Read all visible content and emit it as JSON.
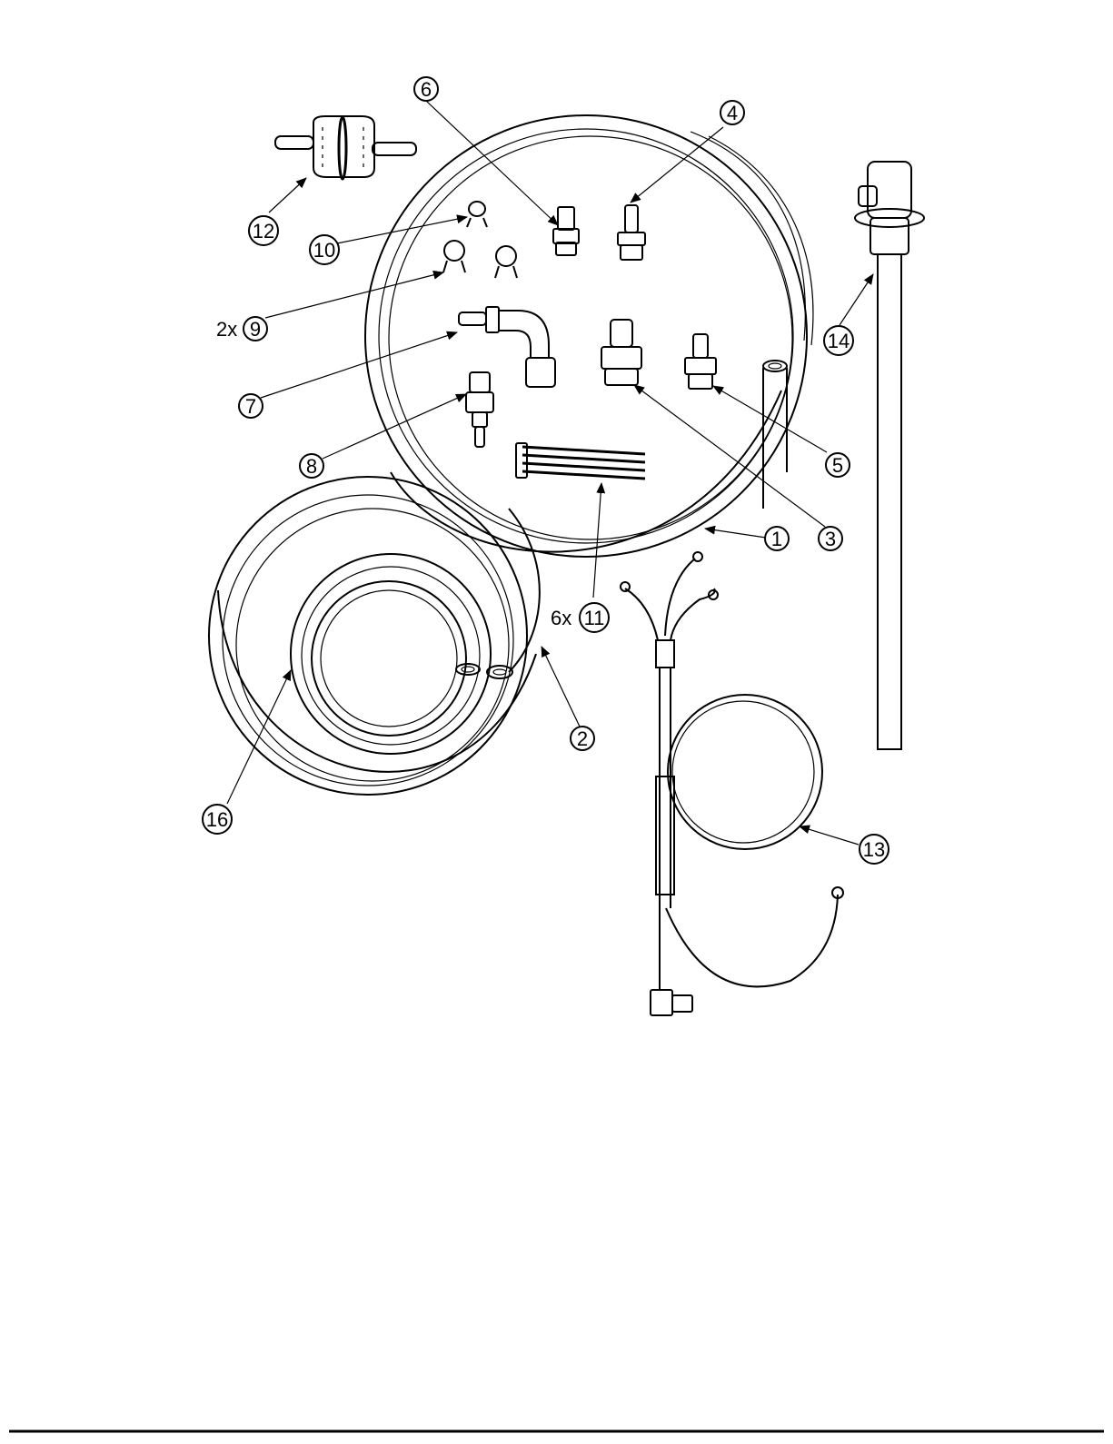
{
  "callouts": [
    {
      "id": "1",
      "qty": ""
    },
    {
      "id": "2",
      "qty": ""
    },
    {
      "id": "3",
      "qty": ""
    },
    {
      "id": "4",
      "qty": ""
    },
    {
      "id": "5",
      "qty": ""
    },
    {
      "id": "6",
      "qty": ""
    },
    {
      "id": "7",
      "qty": ""
    },
    {
      "id": "8",
      "qty": ""
    },
    {
      "id": "9",
      "qty": "2x"
    },
    {
      "id": "10",
      "qty": ""
    },
    {
      "id": "11",
      "qty": "6x"
    },
    {
      "id": "12",
      "qty": ""
    },
    {
      "id": "13",
      "qty": ""
    },
    {
      "id": "14",
      "qty": ""
    },
    {
      "id": "16",
      "qty": ""
    }
  ]
}
